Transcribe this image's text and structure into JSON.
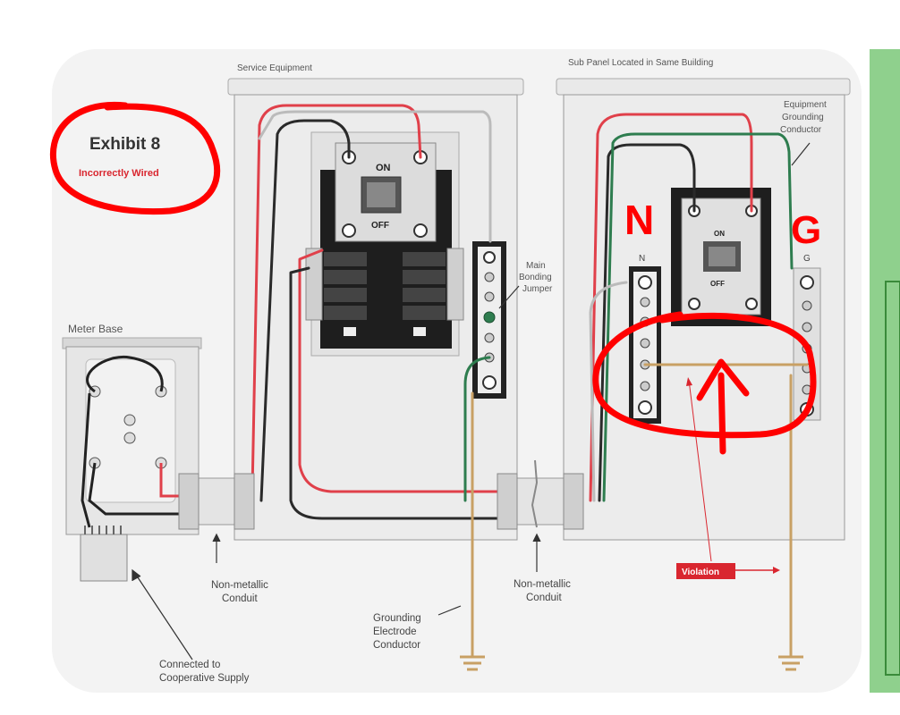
{
  "exhibit": {
    "title": "Exhibit 8",
    "subtitle": "Incorrectly Wired"
  },
  "labels": {
    "service_equipment": "Service Equipment",
    "sub_panel": "Sub Panel Located in Same Building",
    "meter_base": "Meter Base",
    "egc_line1": "Equipment",
    "egc_line2": "Grounding",
    "egc_line3": "Conductor",
    "mbj_line1": "Main",
    "mbj_line2": "Bonding",
    "mbj_line3": "Jumper",
    "conduit1_line1": "Non-metallic",
    "conduit1_line2": "Conduit",
    "conduit2_line1": "Non-metallic",
    "conduit2_line2": "Conduit",
    "gec_line1": "Grounding",
    "gec_line2": "Electrode",
    "gec_line3": "Conductor",
    "supply_line1": "Connected to",
    "supply_line2": "Cooperative Supply",
    "violation": "Violation",
    "bar_n": "N",
    "bar_g": "G",
    "breaker_on": "ON",
    "breaker_off": "OFF",
    "annot_n": "N",
    "annot_g": "G"
  },
  "colors": {
    "hot_red": "#e0404a",
    "hot_black": "#2a2a2a",
    "ground_green": "#2e7d4f",
    "bond_tan": "#c8a064",
    "annotation_red": "#ff0000",
    "violation_bg": "#d9262f",
    "panel_gray": "#e8e8e8",
    "side_green": "#7cc47a"
  }
}
